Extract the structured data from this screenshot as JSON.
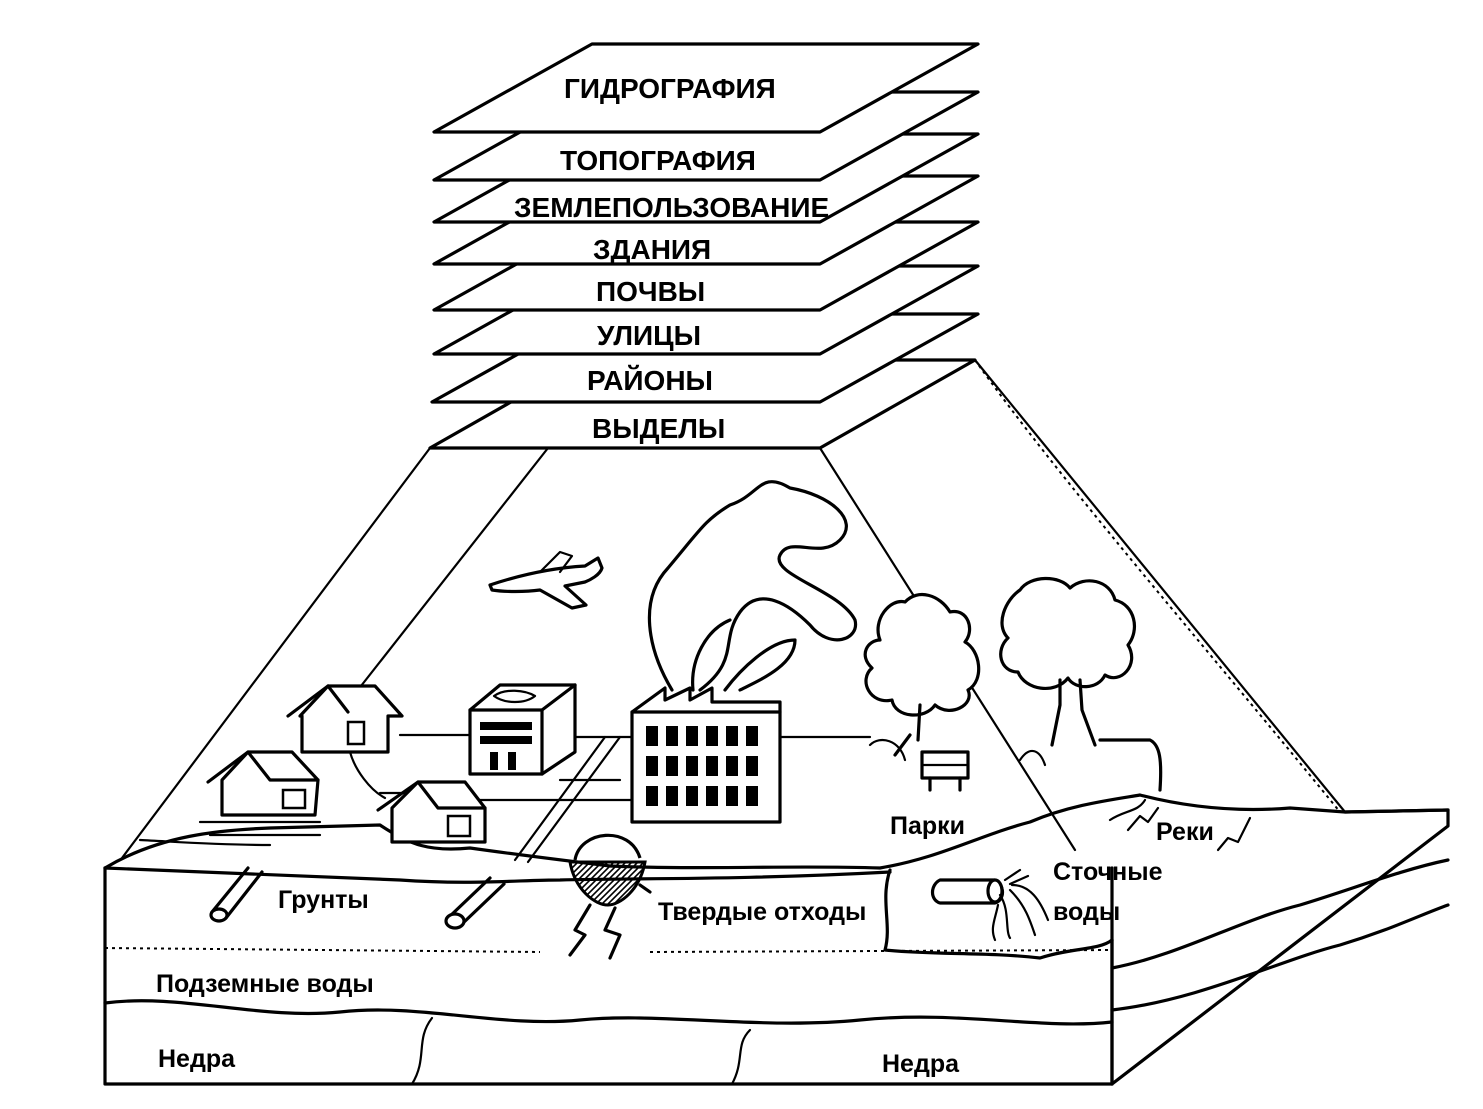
{
  "layers": [
    {
      "label": "ГИДРОГРАФИЯ"
    },
    {
      "label": "ТОПОГРАФИЯ"
    },
    {
      "label": "ЗЕМЛЕПОЛЬЗОВАНИЕ"
    },
    {
      "label": "ЗДАНИЯ"
    },
    {
      "label": "ПОЧВЫ"
    },
    {
      "label": "УЛИЦЫ"
    },
    {
      "label": "РАЙОНЫ"
    },
    {
      "label": "ВЫДЕЛЫ"
    }
  ],
  "scene": {
    "soils": "Грунты",
    "solid_waste": "Твердые отходы",
    "groundwater": "Подземные воды",
    "subsoil_left": "Недра",
    "subsoil_right": "Недра",
    "parks": "Парки",
    "rivers": "Реки",
    "wastewater_line1": "Сточные",
    "wastewater_line2": "воды"
  },
  "icons": [
    "airplane-icon",
    "house-icon",
    "factory-icon",
    "smoke-icon",
    "tree-icon",
    "pipe-icon",
    "waste-pit-icon"
  ]
}
